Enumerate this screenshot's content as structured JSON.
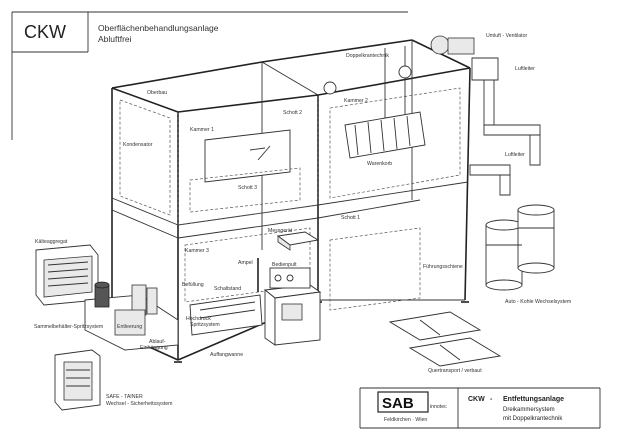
{
  "header": {
    "code": "CKW",
    "title_line1": "Oberflächenbehandlungsanlage",
    "title_line2": "Abluftfrei"
  },
  "labels": {
    "umluft_ventilator": "Umluft - Ventilator",
    "luftleiter_top": "Luftleiter",
    "luftleiter_mid": "Luftleiter",
    "doppelkrantechnik": "Doppelkrantechnik",
    "oberbau": "Oberbau",
    "kammer2": "Kammer 2",
    "schott2": "Schott 2",
    "warenkorb": "Warenkorb",
    "kammer1": "Kammer 1",
    "schott1": "Schott 1",
    "schott3": "Schott 3",
    "kammer3": "Kammer 3",
    "kaelteaggregat": "Kälteaggregat",
    "kondensator": "Kondensator",
    "sammelbehaelter": "Sammelbehälter-Spritzsystem",
    "entleerung": "Entleerung",
    "befuellung": "Befüllung",
    "schaltstand": "Schaltstand",
    "bedienpult": "Bedienpult",
    "ampel": "Ampel",
    "ablaufsystem": "Ablauf-",
    "auffangwanne": "Auffangwanne",
    "auto_wechsel": "Auto - Kohle Wechselsystem",
    "querfoerder": "Quertransport / verbaut",
    "fuehrungsschiene": "Führungsschiene",
    "safe_tainer": "SAFE - TAINER",
    "safe_tainer_sub": "Wechsel - Sicherheitssystem",
    "messgeraet": "Messgerät",
    "einhaengung": "Einhängung",
    "hochdruck": "Hochdruck",
    "spritzsystem": "Spritzsystem"
  },
  "title_block": {
    "logo": "SAB",
    "logo_sub": "innotec",
    "place": "Feldkirchen · Wien",
    "code": "CKW",
    "dash": "-",
    "line1": "Entfettungsanlage",
    "line2": "Dreikammersystem",
    "line3": "mit Doppelkrantechnik"
  }
}
